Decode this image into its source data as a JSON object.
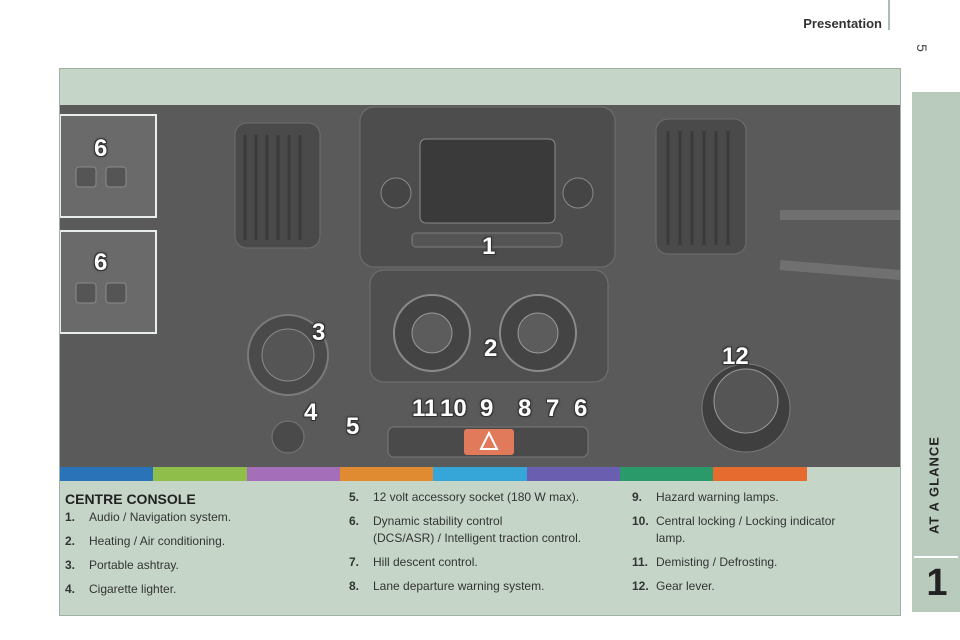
{
  "header": {
    "title": "Presentation",
    "page_number": "5"
  },
  "side_tab": {
    "label": "AT A GLANCE",
    "chapter": "1"
  },
  "figure": {
    "callouts": [
      "6",
      "6",
      "1",
      "3",
      "2",
      "12",
      "4",
      "5",
      "11",
      "10",
      "9",
      "8",
      "7",
      "6"
    ],
    "colorbar": [
      "#2a73b8",
      "#8fbf4a",
      "#a46fb8",
      "#e08a32",
      "#36a6d9",
      "#6a5eb0",
      "#2b9a6a",
      "#e56b2f",
      "#c5d6c9"
    ]
  },
  "console": {
    "title": "CENTRE CONSOLE",
    "items": [
      {
        "num": "1.",
        "text": "Audio / Navigation system."
      },
      {
        "num": "2.",
        "text": "Heating / Air conditioning."
      },
      {
        "num": "3.",
        "text": "Portable ashtray."
      },
      {
        "num": "4.",
        "text": "Cigarette lighter."
      },
      {
        "num": "5.",
        "text": "12 volt accessory socket (180 W max)."
      },
      {
        "num": "6.",
        "text": "Dynamic stability control\n(DCS/ASR) / Intelligent traction control."
      },
      {
        "num": "7.",
        "text": "Hill descent control."
      },
      {
        "num": "8.",
        "text": "Lane departure warning system."
      },
      {
        "num": "9.",
        "text": "Hazard warning lamps."
      },
      {
        "num": "10.",
        "text": "Central locking / Locking indicator\nlamp."
      },
      {
        "num": "11.",
        "text": "Demisting / Defrosting."
      },
      {
        "num": "12.",
        "text": "Gear lever."
      }
    ]
  }
}
